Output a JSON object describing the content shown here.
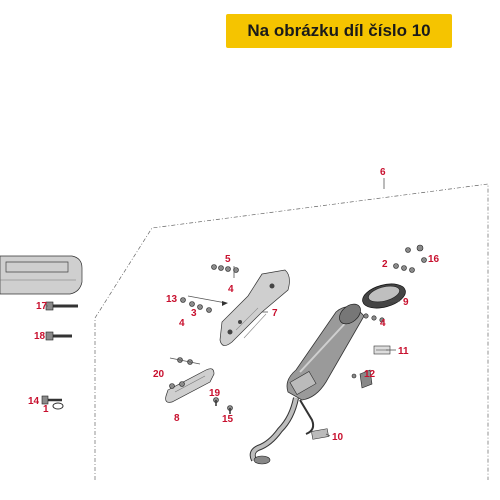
{
  "banner": {
    "text": "Na obrázku díl číslo 10",
    "bg": "#f5c400"
  },
  "label_color": "#c8102e",
  "callouts": {
    "c1": "1",
    "c2": "2",
    "c3": "3",
    "c4a": "4",
    "c4b": "4",
    "c4c": "4",
    "c5": "5",
    "c6": "6",
    "c7": "7",
    "c8": "8",
    "c9": "9",
    "c10": "10",
    "c11": "11",
    "c12": "12",
    "c13": "13",
    "c14": "14",
    "c15": "15",
    "c16": "16",
    "c17": "17",
    "c18": "18",
    "c19": "19",
    "c20": "20"
  }
}
